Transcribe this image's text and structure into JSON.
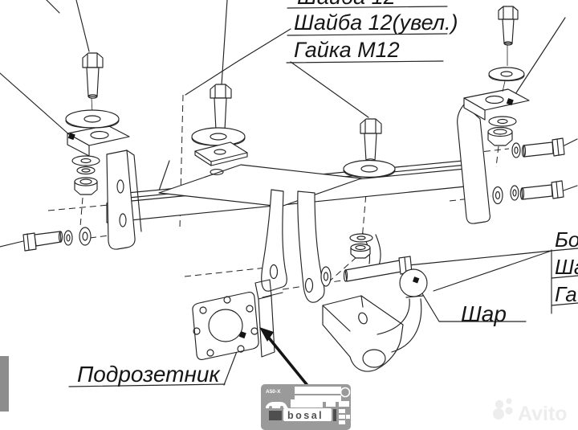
{
  "drawing": {
    "kind": "tow-bar exploded installation diagram",
    "parts_table_top": {
      "row_clipped": "Шайба 12",
      "row1": "Шайба 12(увел.)",
      "row2": "Гайка М12"
    },
    "parts_table_right": {
      "row1_clipped": "Бо",
      "row2_clipped": "Ша",
      "row3_clipped": "Га"
    },
    "labels": {
      "ball": "Шар",
      "socket_plate": "Подрозетник"
    }
  },
  "sticker": {
    "model": "A50-X",
    "brand": "bosal"
  },
  "watermark": {
    "text": "Avito"
  },
  "colors": {
    "line": "#232323",
    "background": "#ffffff",
    "sticker_bg": "#9a9a9a",
    "sticker_dark": "#4f4f4f",
    "watermark": "#ededed",
    "left_edge_block": "#8d8d8d"
  }
}
